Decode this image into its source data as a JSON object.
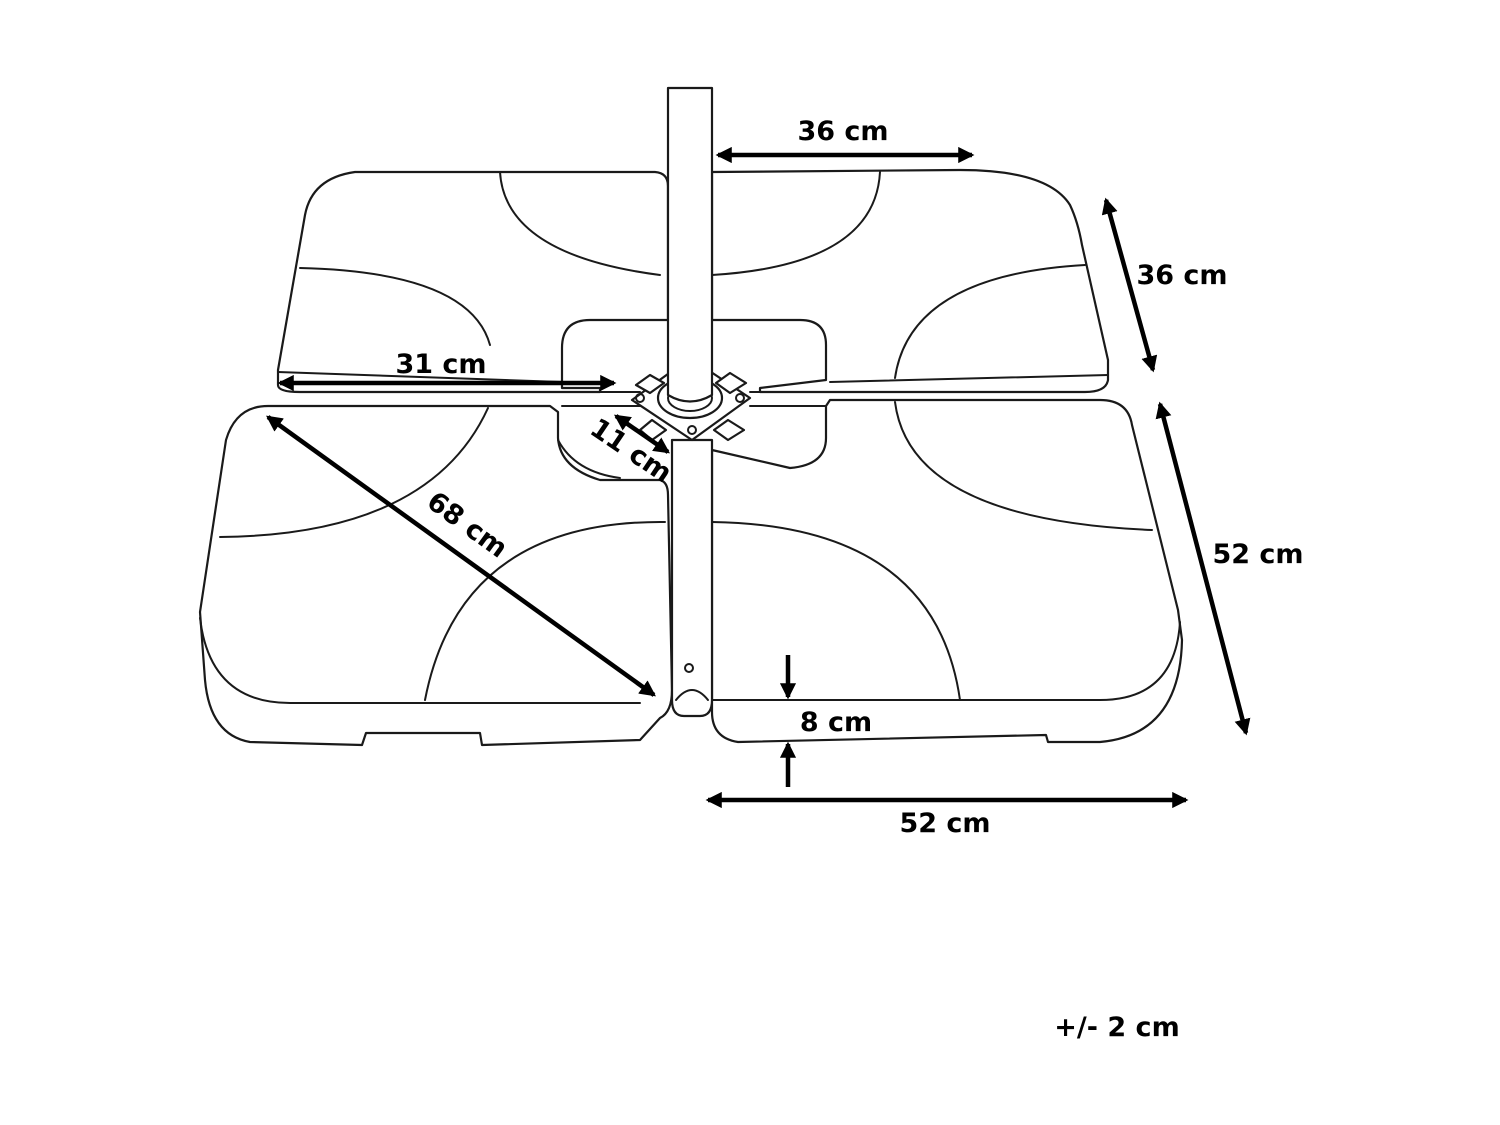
{
  "dimensions": {
    "pole_gap_width": "36 cm",
    "segment_depth": "36 cm",
    "inner_reach": "31 cm",
    "center_hole": "11 cm",
    "diagonal": "68 cm",
    "side_length": "52 cm",
    "height": "8 cm",
    "front_width": "52 cm"
  },
  "tolerance": "+/- 2 cm",
  "colors": {
    "line": "#1a1a1a",
    "arrow": "#000000",
    "background": "#ffffff"
  }
}
